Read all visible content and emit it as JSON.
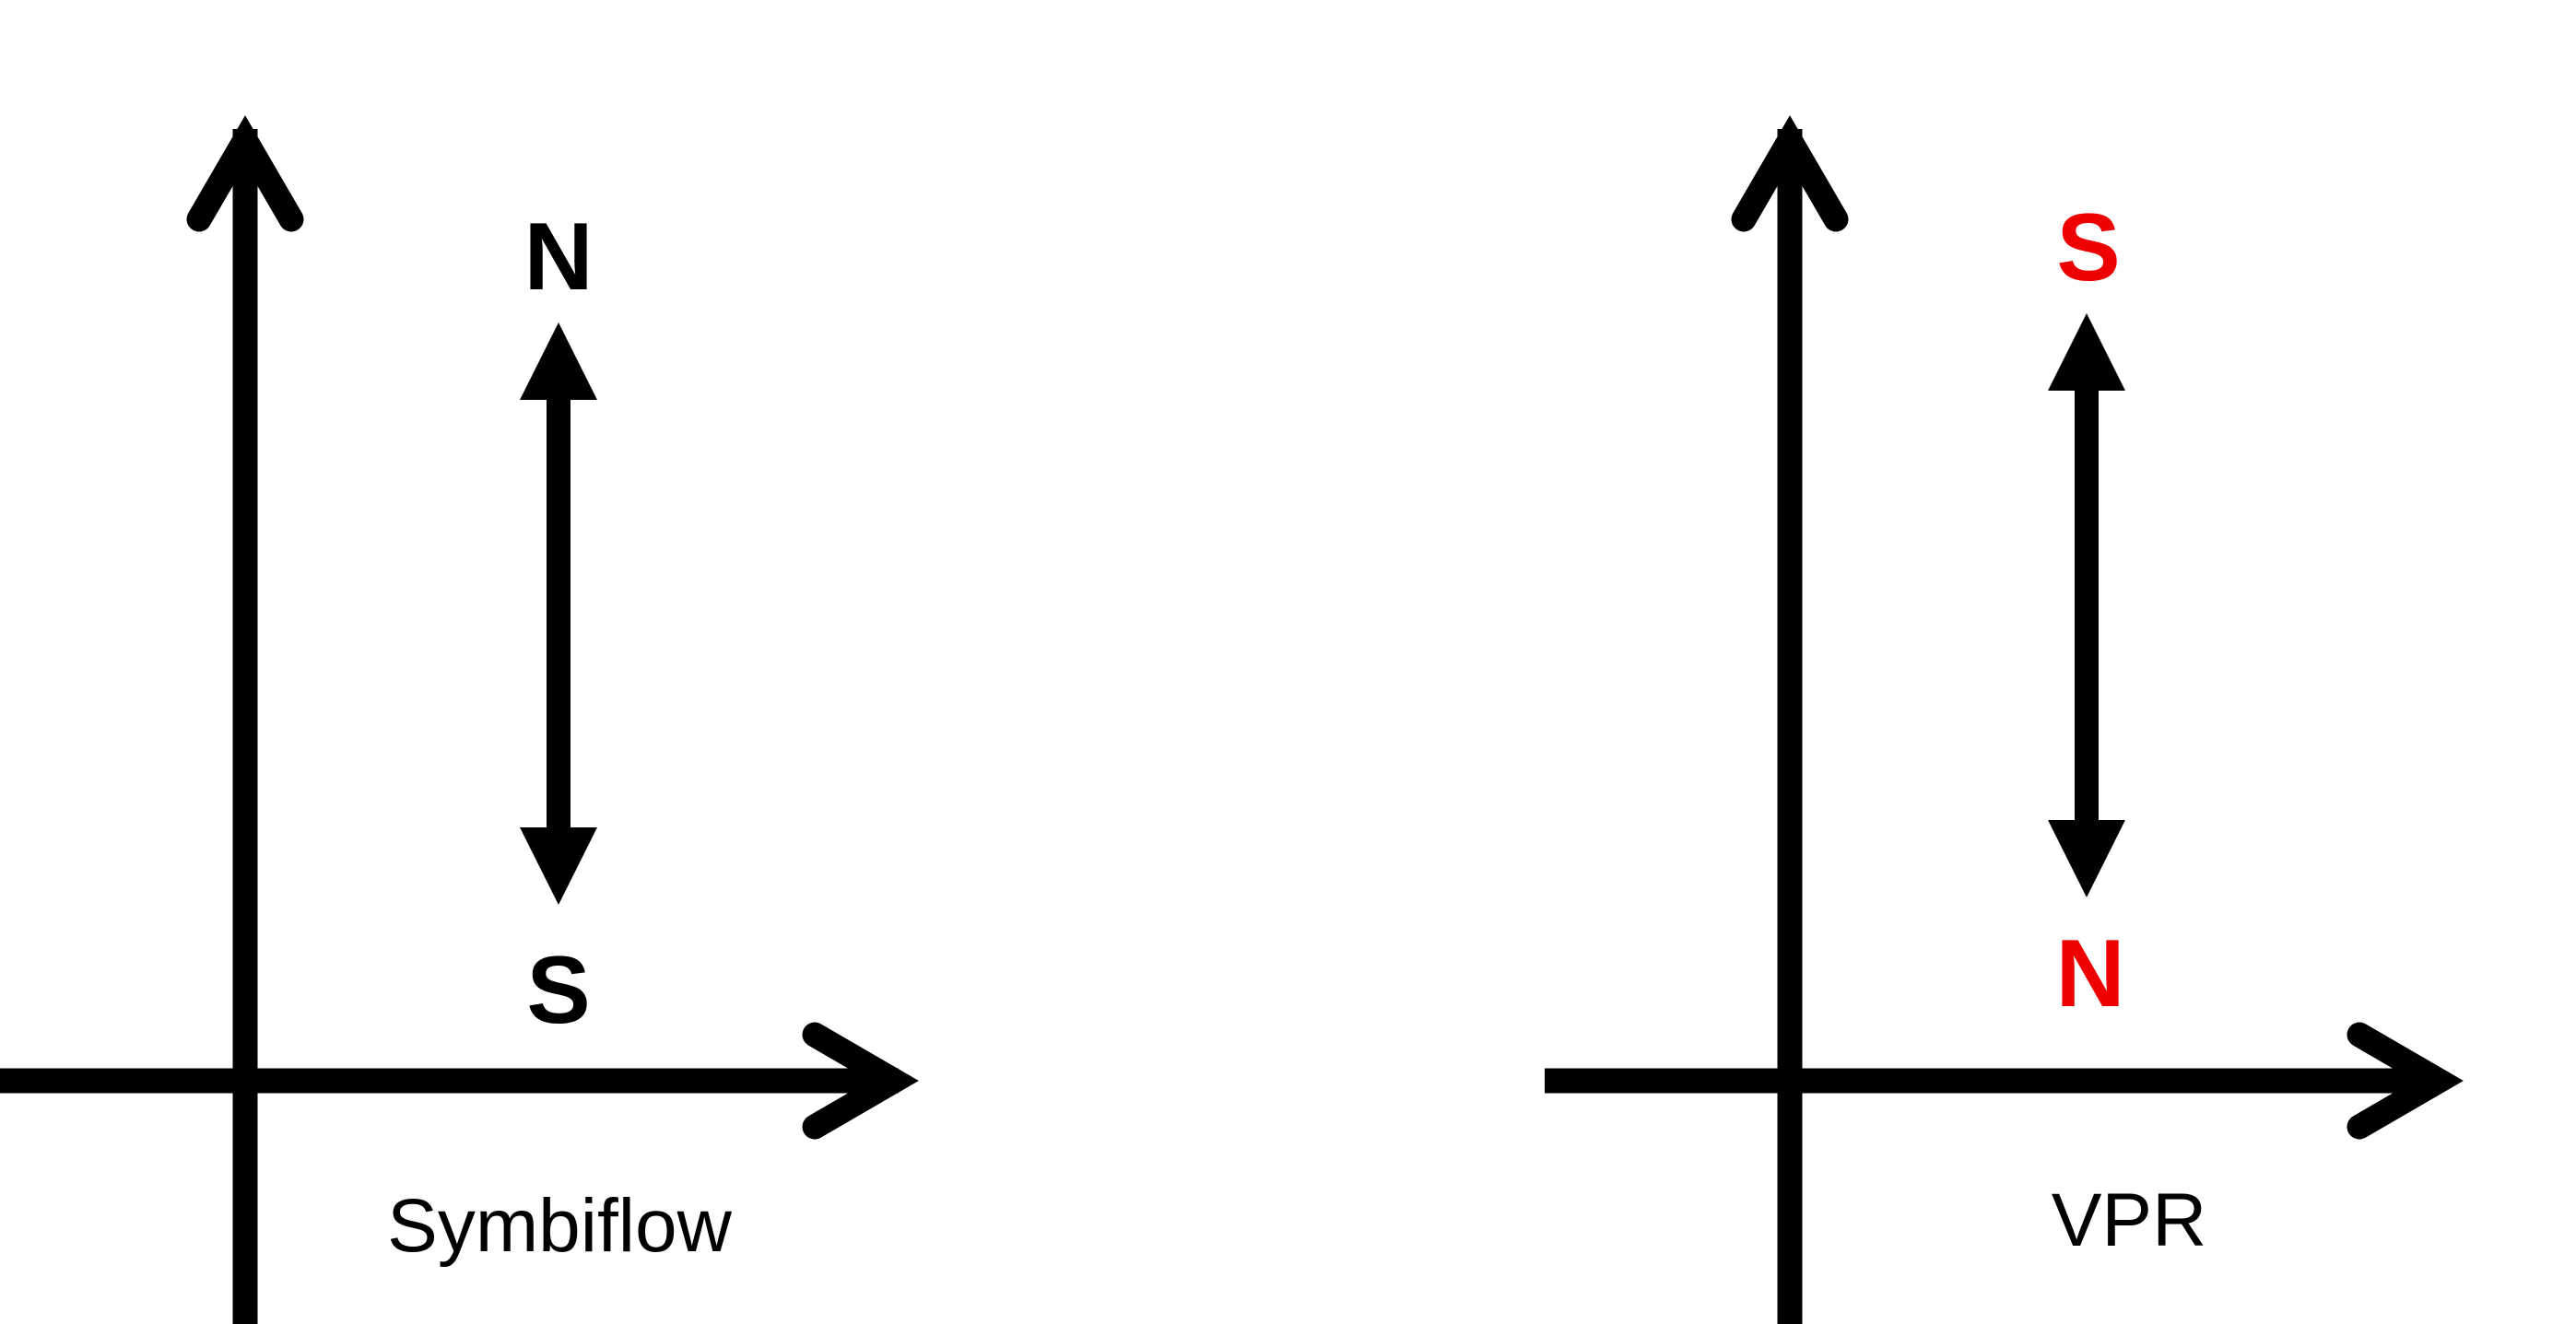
{
  "panels": [
    {
      "caption": "Symbiflow",
      "top_label": "N",
      "bottom_label": "S",
      "label_color": "#000000"
    },
    {
      "caption": "VPR",
      "top_label": "S",
      "bottom_label": "N",
      "label_color": "#ee0000"
    }
  ],
  "colors": {
    "line": "#000000",
    "background": "#ffffff"
  }
}
